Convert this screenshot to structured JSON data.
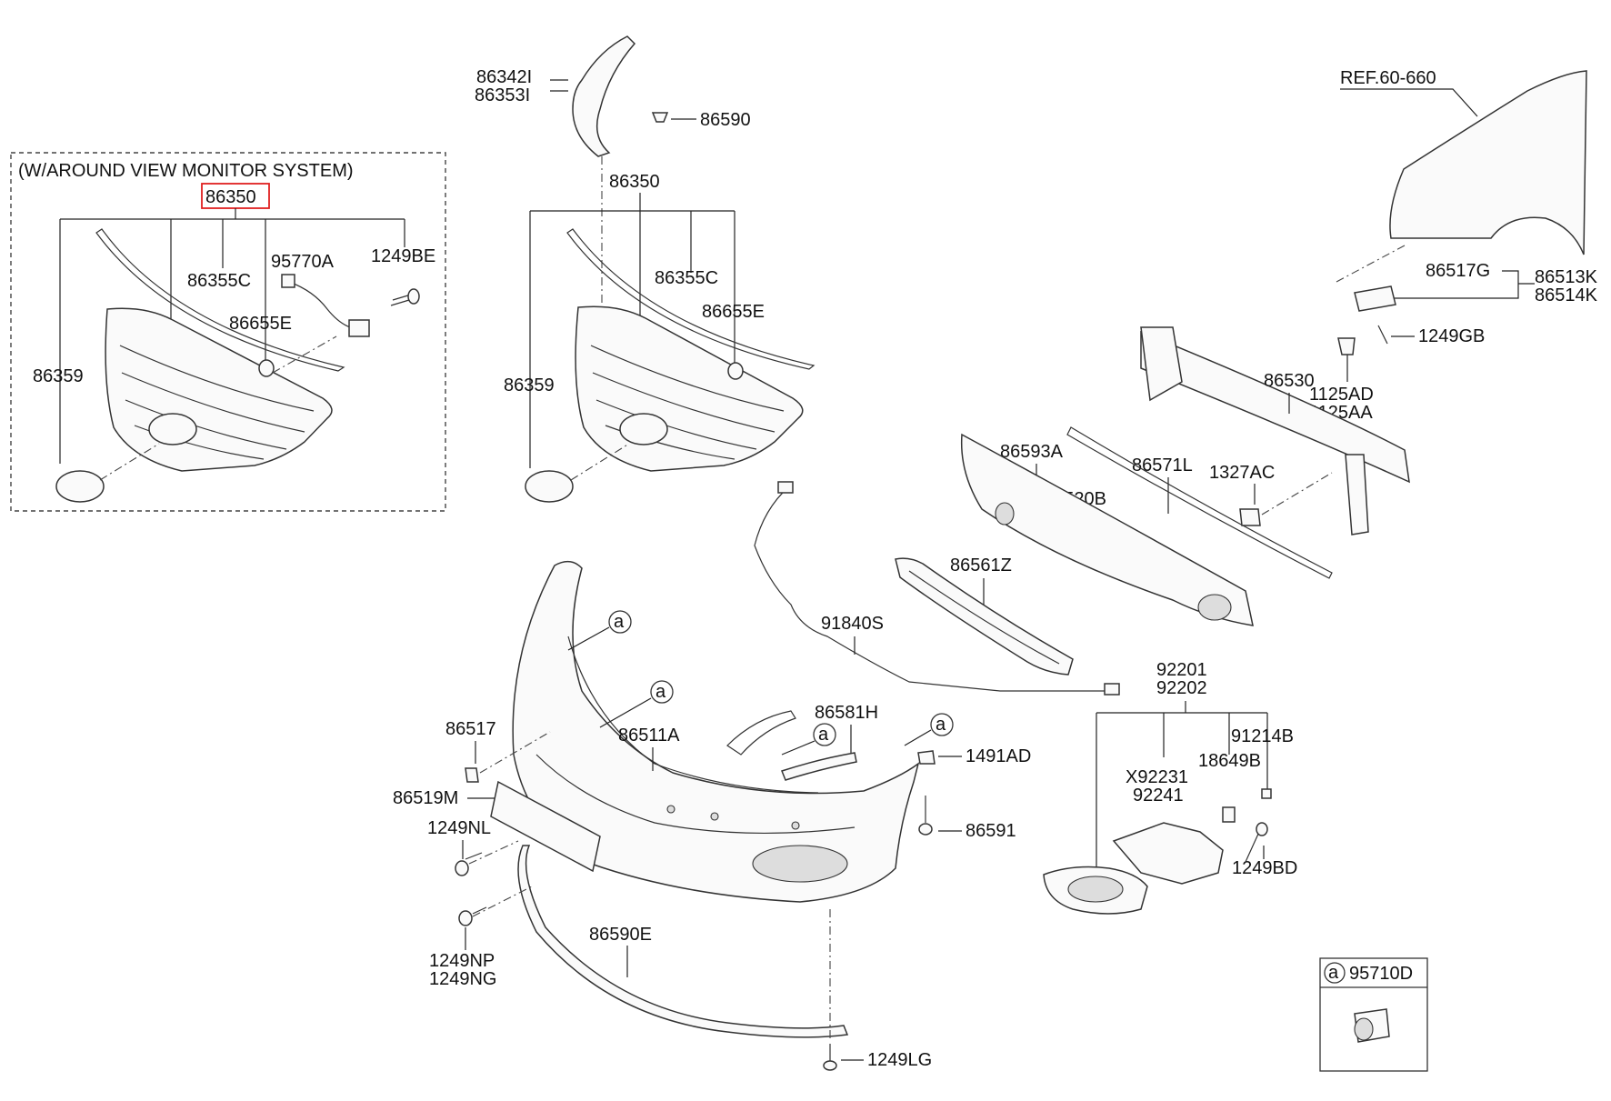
{
  "inset": {
    "title": "(W/AROUND VIEW MONITOR SYSTEM)"
  },
  "ref": {
    "label": "REF.60-660"
  },
  "callout_letter": "a",
  "legend": {
    "part": "95710D"
  },
  "colors": {
    "highlight": "#e02020",
    "line": "#333333"
  },
  "labels": {
    "p86342I": "86342I",
    "p86353I": "86353I",
    "p86590": "86590",
    "inset_86350": "86350",
    "inset_86355C": "86355C",
    "inset_95770A": "95770A",
    "inset_1249BE": "1249BE",
    "inset_86655E": "86655E",
    "inset_86359": "86359",
    "main_86350": "86350",
    "main_86355C": "86355C",
    "main_86655E": "86655E",
    "main_86359": "86359",
    "p86517G": "86517G",
    "p86513K": "86513K",
    "p86514K": "86514K",
    "p1249GB": "1249GB",
    "p1125AD": "1125AD",
    "p1125AA": "1125AA",
    "p86530": "86530",
    "p86593A": "86593A",
    "p86571L": "86571L",
    "p1327AC": "1327AC",
    "p86520B": "86520B",
    "p86561Z": "86561Z",
    "p91840S": "91840S",
    "p92201": "92201",
    "p92202": "92202",
    "p86581H": "86581H",
    "p86517": "86517",
    "p86511A": "86511A",
    "p1491AD": "1491AD",
    "p91214B": "91214B",
    "p18649B": "18649B",
    "pX92231": "X92231",
    "p92241": "92241",
    "p86519M": "86519M",
    "p1249NL": "1249NL",
    "p86591": "86591",
    "p1249BD": "1249BD",
    "p86590E": "86590E",
    "p1249NP": "1249NP",
    "p1249NG": "1249NG",
    "p1249LG": "1249LG"
  }
}
